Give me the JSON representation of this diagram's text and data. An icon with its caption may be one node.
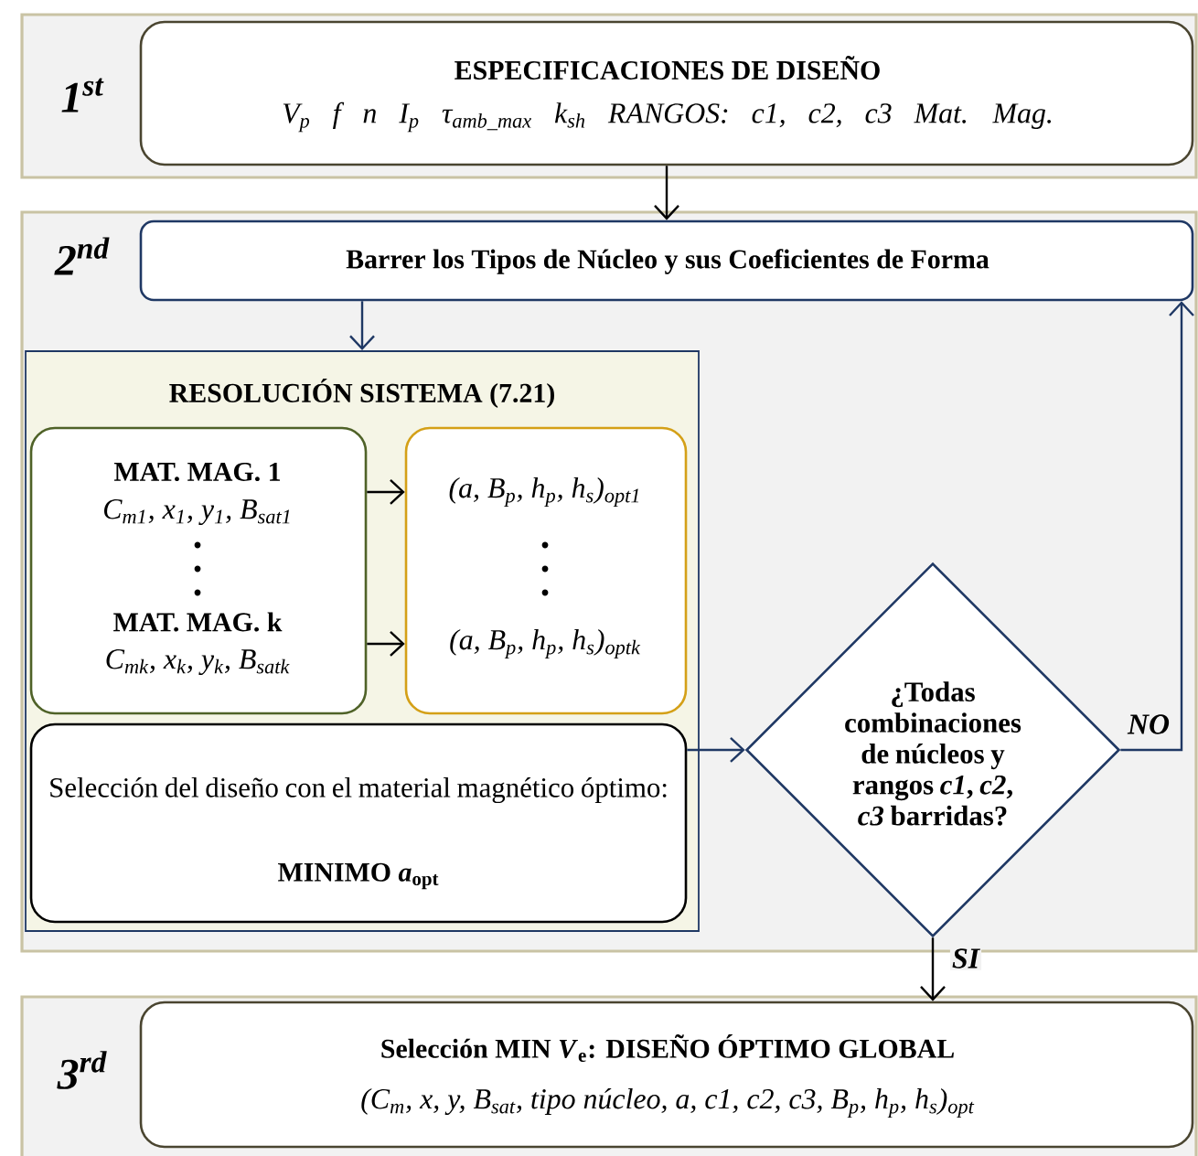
{
  "diagram": {
    "nodes": [
      {
        "text": [
          "1$^{st}$"
        ]
      },
      {
        "text": [
          "ESPECIFICACIONES DE DISEÑO",
          "V$_{p}$ f n I$_{p}$ τ$_{amb_max}$ k$_{sh}$ RANGOS: c1, c2, c3 Mat. Mag."
        ],
        "in": 0
      },
      {
        "text": [
          "2$^{nd}$"
        ]
      },
      {
        "text": [
          "Barrer los Tipos de Núcleo y sus Coeficientes de Forma"
        ],
        "in": 2
      },
      {
        "text": [
          "RESOLUCIÓN SISTEMA (7.21)"
        ],
        "in": 2
      },
      {
        "text": [
          "MAT. MAG. 1",
          "C$_{m1}$, x$_{1}$, y$_{1}$, B$_{sat1}$",
          "MAT. MAG. k",
          "C$_{mk}$, x$_{k}$, y$_{k}$, B$_{satk}$"
        ],
        "in": 4
      },
      {
        "text": [
          "(a, B$_{p}$, h$_{p}$, h$_{s}$)$_{opt1}$",
          "(a, B$_{p}$, h$_{p}$, h$_{s}$)$_{optk}$"
        ],
        "in": 4
      },
      {
        "text": [
          "Selección del diseño con el material magnético óptimo:",
          "MINIMO *a*$_{opt}$"
        ],
        "in": 4
      },
      {
        "text": [
          "¿Todas combinaciones de núcleos y rangos *c1*, *c2*, *c3* barridas?"
        ],
        "in": 2
      },
      {
        "text": [
          "3$^{rd}$"
        ]
      },
      {
        "text": [
          "Selección MIN *V*$_{e}$: DISEÑO ÓPTIMO GLOBAL",
          "(C$_{m}$, x, y, B$_{sat}$, tipo núcleo, a, c1, c2, c3, B$_{p}$, h$_{p}$, h$_{s}$)$_{opt}$"
        ],
        "in": 9
      }
    ],
    "edges": [
      {
        "from": 1,
        "to": 3,
        "arrow": "to"
      },
      {
        "from": 3,
        "to": 4,
        "arrow": "to",
        "color": "#1f3864"
      },
      {
        "from": 5,
        "to": 6,
        "arrow": "to"
      },
      {
        "from": 5,
        "to": 6,
        "arrow": "to"
      },
      {
        "from": 7,
        "to": 8,
        "arrow": "to",
        "color": "#1f3864"
      },
      {
        "from": 8,
        "to": 3,
        "arrow": "to",
        "label": "NO",
        "color": "#1f3864"
      },
      {
        "from": 8,
        "to": 10,
        "arrow": "to",
        "label": "SI"
      }
    ]
  }
}
